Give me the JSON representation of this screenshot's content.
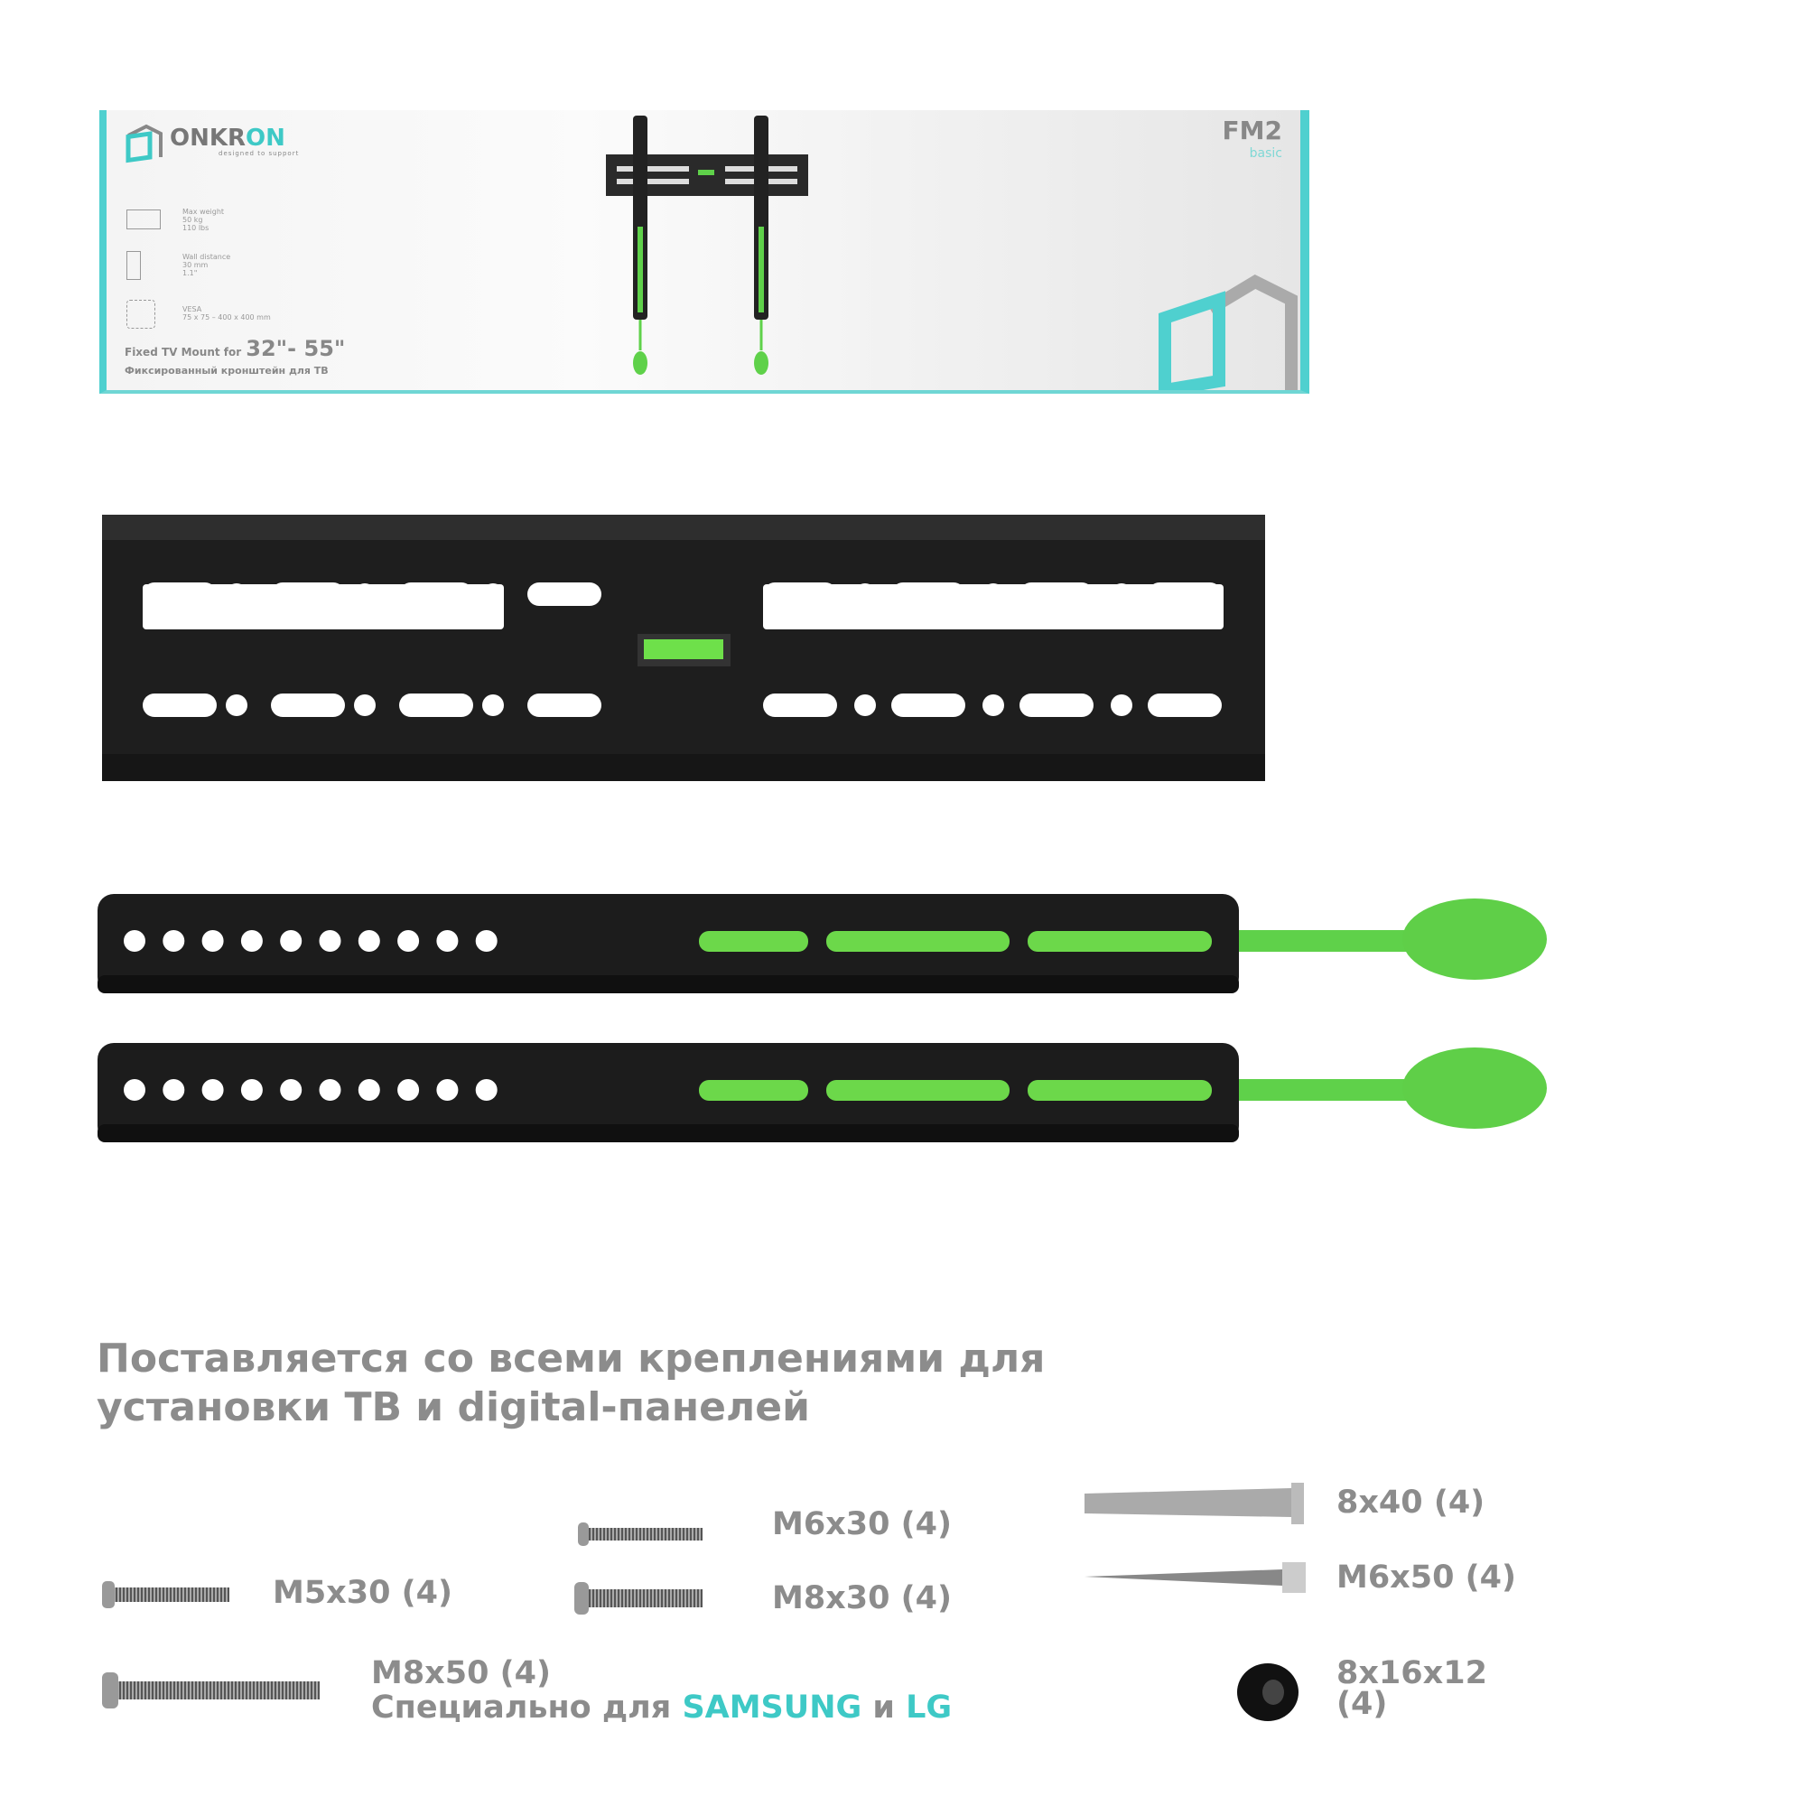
{
  "box": {
    "brand_left": "ONKR",
    "brand_accent": "ON",
    "brand_right": "",
    "tagline": "designed to support",
    "specs": [
      {
        "title": "Max weight",
        "line1": "50 kg",
        "line2": "110 lbs"
      },
      {
        "title": "Wall distance",
        "line1": "30 mm",
        "line2": "1.1\""
      },
      {
        "title": "VESA",
        "line1": "75 x 75 – 400 x 400 mm",
        "line2": ""
      }
    ],
    "fixed_en": "Fixed TV Mount for",
    "sizes": "32\"- 55\"",
    "fixed_ru": "Фиксированный кронштейн для ТВ",
    "model": "FM2",
    "variant": "basic"
  },
  "heading": {
    "line1": "Поставляется со всеми креплениями для",
    "line2": "установки ТВ и digital-панелей"
  },
  "hardware": {
    "m6x30": "M6x30 (4)",
    "m5x30": "M5x30 (4)",
    "m8x30": "M8x30 (4)",
    "m8x50": "M8x50 (4)",
    "special_prefix": "Специально для ",
    "samsung": "SAMSUNG",
    "and": " и ",
    "lg": "LG",
    "anchor": "8x40 (4)",
    "lag": "M6x50 (4)",
    "spacer_1": "8x16x12",
    "spacer_2": "(4)"
  },
  "colors": {
    "teal": "#3ec9c6",
    "green": "#5fd14a",
    "steel": "#222222"
  }
}
